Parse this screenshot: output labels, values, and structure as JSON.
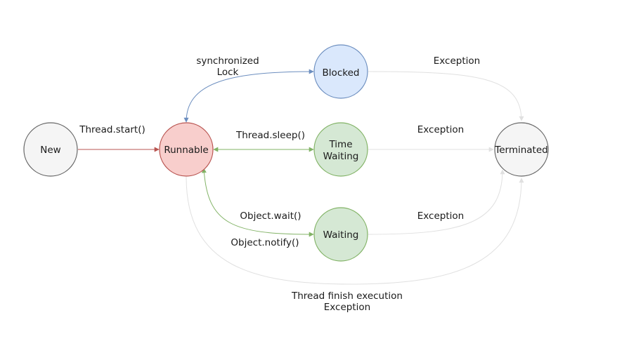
{
  "diagram": {
    "states": {
      "new": {
        "label": "New",
        "fill": "#f5f5f5",
        "stroke": "#666666"
      },
      "runnable": {
        "label": "Runnable",
        "fill": "#f8cecc",
        "stroke": "#b85450"
      },
      "blocked": {
        "label": "Blocked",
        "fill": "#dae8fc",
        "stroke": "#6c8ebf"
      },
      "time_waiting": {
        "label_line1": "Time",
        "label_line2": "Waiting",
        "fill": "#d5e8d4",
        "stroke": "#82b366"
      },
      "waiting": {
        "label": "Waiting",
        "fill": "#d5e8d4",
        "stroke": "#82b366"
      },
      "terminated": {
        "label": "Terminated",
        "fill": "#f5f5f5",
        "stroke": "#666666"
      }
    },
    "transitions": {
      "start": {
        "label": "Thread.start()",
        "color": "#b85450"
      },
      "sync": {
        "label_line1": "synchronized",
        "label_line2": "Lock",
        "color": "#6c8ebf"
      },
      "sleep": {
        "label": "Thread.sleep()",
        "color": "#82b366"
      },
      "wait": {
        "label": "Object.wait()",
        "notify_label": "Object.notify()",
        "color": "#82b366"
      },
      "blocked_exception": {
        "label": "Exception",
        "color": "#e0e0e0"
      },
      "timewait_exception": {
        "label": "Exception",
        "color": "#e0e0e0"
      },
      "waiting_exception": {
        "label": "Exception",
        "color": "#e0e0e0"
      },
      "finish": {
        "label_line1": "Thread finish execution",
        "label_line2": "Exception",
        "color": "#e0e0e0"
      }
    }
  }
}
